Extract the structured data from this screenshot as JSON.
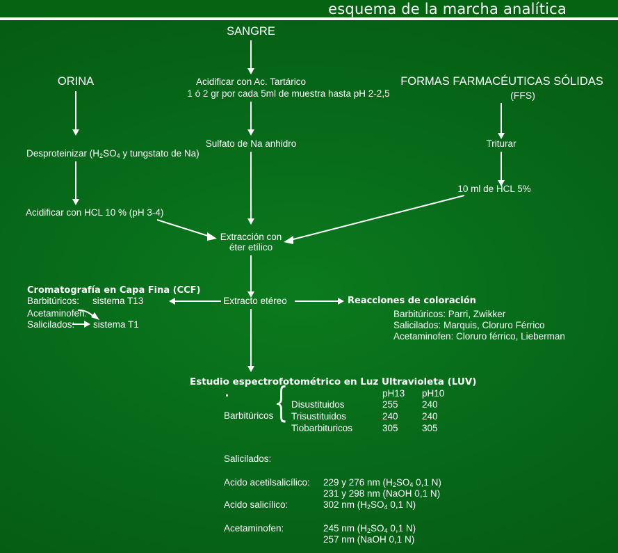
{
  "header": {
    "title": "esquema de la marcha analítica"
  },
  "nodes": {
    "sangre": "SANGRE",
    "orina": "ORINA",
    "ffs_line1": "FORMAS FARMACÉUTICAS SÓLIDAS",
    "ffs_line2": "(FFS)",
    "acidificar_tartarico_l1": "Acidificar con Ac. Tartárico",
    "acidificar_tartarico_l2": "1 ó 2 gr por cada 5ml de muestra hasta pH 2-2,5",
    "sulfato": "Sulfato de Na anhidro",
    "triturar": "Triturar",
    "hcl5": "10 ml de HCL 5%",
    "desproteinizar": "Desproteinizar (H2SO4 y tungstato de Na)",
    "acidificar_hcl10": "Acidificar con HCL 10 % (pH 3-4)",
    "extraccion_l1": "Extracción con",
    "extraccion_l2": "éter etílico",
    "extracto": "Extracto etéreo"
  },
  "ccf": {
    "title": "Cromatografía en Capa Fina (CCF)",
    "rows": [
      {
        "label": "Barbitúricos:",
        "value": "sistema T13"
      },
      {
        "label": "Acetaminofen:",
        "value": ""
      },
      {
        "label": "Salicilados:",
        "value": "sistema T1"
      }
    ]
  },
  "coloracion": {
    "title": "Reacciones de coloración",
    "rows": [
      "Barbitúricos: Parri, Zwikker",
      "Salicilados: Marquis, Cloruro Férrico",
      "Acetaminofen: Cloruro férrico, Lieberman"
    ]
  },
  "luv": {
    "title": "Estudio espectrofotométrico en Luz Ultravioleta (LUV)",
    "group_label": "Barbitúricos",
    "columns": [
      "",
      "pH13",
      "pH10"
    ],
    "rows": [
      {
        "name": "Disustituidos",
        "ph13": "255",
        "ph10": "240"
      },
      {
        "name": "Trisustituidos",
        "ph13": "240",
        "ph10": "240"
      },
      {
        "name": "Tiobarbituricos",
        "ph13": "305",
        "ph10": "305"
      }
    ],
    "salicilados_label": "Salicilados:",
    "entries": [
      {
        "label": "Acido acetilsalicílico:",
        "values": [
          "229 y 276 nm (H2SO4 0,1 N)",
          "231 y 298 nm (NaOH 0,1 N)"
        ]
      },
      {
        "label": "Acido salicílico:",
        "values": [
          "302 nm (H2SO4 0,1 N)"
        ]
      },
      {
        "label": "Acetaminofen:",
        "values": [
          "245 nm (H2SO4 0,1 N)",
          "257 nm (NaOH 0,1 N)"
        ]
      }
    ]
  },
  "colors": {
    "background": "#056614",
    "ink": "#ffffff",
    "header_band": "#046411"
  }
}
